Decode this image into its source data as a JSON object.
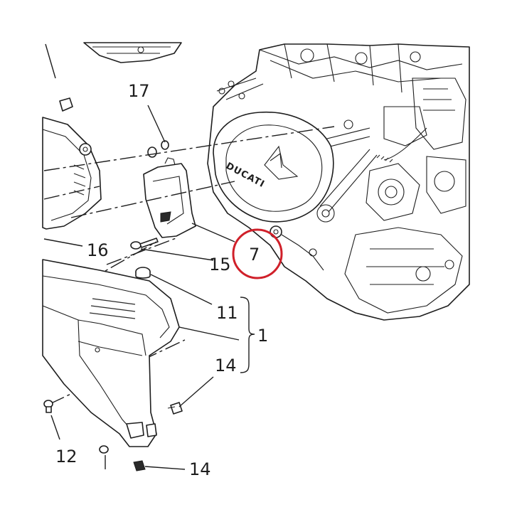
{
  "diagram": {
    "callouts": [
      {
        "id": "17",
        "text": "17"
      },
      {
        "id": "16",
        "text": "16"
      },
      {
        "id": "15",
        "text": "15"
      },
      {
        "id": "7",
        "text": "7"
      },
      {
        "id": "11",
        "text": "11"
      },
      {
        "id": "1",
        "text": "1"
      },
      {
        "id": "14a",
        "text": "14"
      },
      {
        "id": "12",
        "text": "12"
      },
      {
        "id": "14b",
        "text": "14"
      }
    ],
    "engine_cover_logo": "DUCATI",
    "highlight_color": "#d0202a",
    "line_color": "#1e1e1e",
    "highlighted_callout": "7"
  }
}
